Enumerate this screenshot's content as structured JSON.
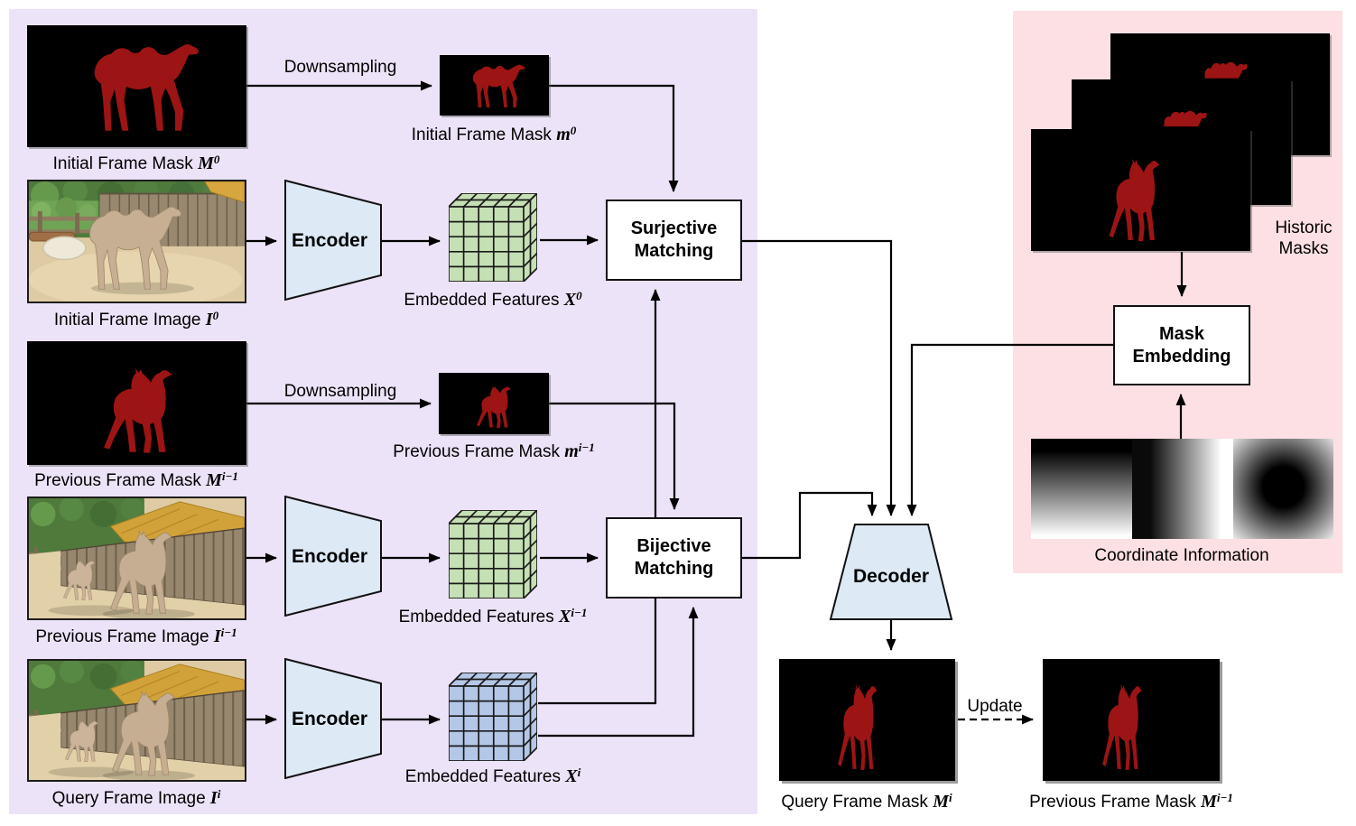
{
  "colors": {
    "panel_left_bg": "#EDE3F8",
    "panel_right_bg": "#FCE0E3",
    "mask_red": "#9C1414",
    "funnel_blue": "#DDE9F5",
    "cube_green": "#C5E0B4",
    "cube_blue": "#B4C7E7",
    "line_black": "#000000"
  },
  "pipeline": {
    "downsampling_initial": "Downsampling",
    "downsampling_previous": "Downsampling",
    "encoder_initial": "Encoder",
    "encoder_previous": "Encoder",
    "encoder_query": "Encoder",
    "surjective_line1": "Surjective",
    "surjective_line2": "Matching",
    "bijective_line1": "Bijective",
    "bijective_line2": "Matching",
    "decoder": "Decoder",
    "update": "Update"
  },
  "memory": {
    "historic_line1": "Historic",
    "historic_line2": "Masks",
    "mask_embedding_line1": "Mask",
    "mask_embedding_line2": "Embedding",
    "coordinate_info": "Coordinate Information"
  },
  "labels": {
    "initial_frame_mask_M0": {
      "text": "Initial Frame Mask ",
      "sym": "M",
      "sup": "0"
    },
    "initial_frame_mask_m0": {
      "text": "Initial Frame Mask ",
      "sym": "m",
      "sup": "0"
    },
    "initial_frame_image_I0": {
      "text": "Initial Frame Image ",
      "sym": "I",
      "sup": "0"
    },
    "embedded_features_X0": {
      "text": "Embedded Features ",
      "sym": "X",
      "sup": "0"
    },
    "previous_frame_mask_M": {
      "text": "Previous Frame Mask ",
      "sym": "M",
      "sup": "i−1"
    },
    "previous_frame_mask_m": {
      "text": "Previous Frame Mask ",
      "sym": "m",
      "sup": "i−1"
    },
    "previous_frame_image_I": {
      "text": "Previous Frame Image ",
      "sym": "I",
      "sup": "i−1"
    },
    "embedded_features_X_prev": {
      "text": "Embedded Features ",
      "sym": "X",
      "sup": "i−1"
    },
    "query_frame_image_I": {
      "text": "Query Frame Image ",
      "sym": "I",
      "sup": "i"
    },
    "embedded_features_X_query": {
      "text": "Embedded Features ",
      "sym": "X",
      "sup": "i"
    },
    "query_frame_mask_M": {
      "text": "Query Frame Mask ",
      "sym": "M",
      "sup": "i"
    },
    "previous_frame_mask_M_out": {
      "text": "Previous Frame Mask ",
      "sym": "M",
      "sup": "i−1"
    }
  }
}
